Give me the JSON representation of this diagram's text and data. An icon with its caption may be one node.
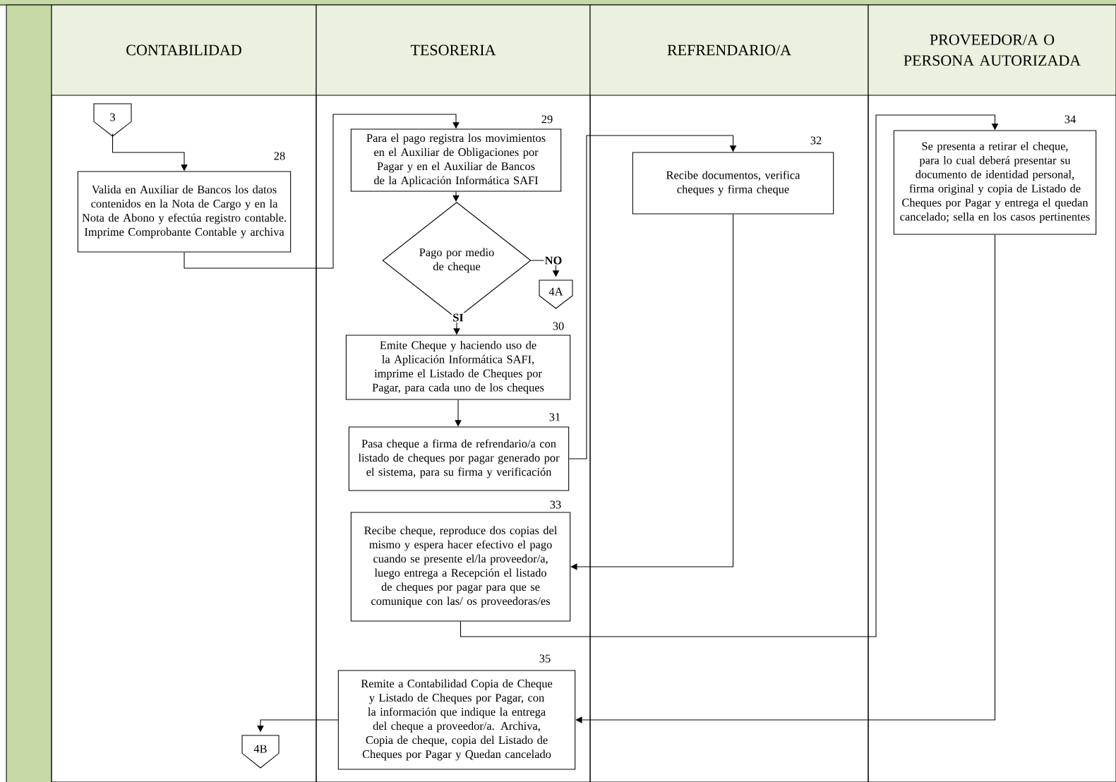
{
  "diagram": {
    "nodes": [
      {
        "text": [
          "CONTABILIDAD"
        ]
      },
      {
        "text": [
          "TESORERIA"
        ]
      },
      {
        "text": [
          "REFRENDARIO/A"
        ]
      },
      {
        "text": [
          "PROVEEDOR/A O PERSONA AUTORIZADA"
        ]
      },
      {
        "text": [
          "3"
        ],
        "in": 0
      },
      {
        "text": [
          "Valida en Auxiliar de Bancos los datos contenidos en la Nota de Cargo y en la Nota de Abono  y efectúa registro contable. Imprime Comprobante Contable  y archiva"
        ],
        "in": 0,
        "beside": [
          "28"
        ]
      },
      {
        "text": [
          "Para el pago registra los movimientos en el Auxiliar de Obligaciones por Pagar y en el Auxiliar de Bancos de la Aplicación Informática SAFI"
        ],
        "in": 1,
        "beside": [
          "29"
        ]
      },
      {
        "text": [
          "Pago por medio de cheque"
        ],
        "in": 1
      },
      {
        "text": [
          "4A"
        ],
        "in": 1
      },
      {
        "text": [
          "Emite Cheque  y haciendo uso de la Aplicación Informática SAFI, imprime el Listado de Cheques por Pagar, para cada uno de los cheques"
        ],
        "in": 1,
        "beside": [
          "30"
        ]
      },
      {
        "text": [
          "Pasa cheque a firma de refrendario/a con listado de cheques por pagar generado por el sistema, para su firma y verificación"
        ],
        "in": 1,
        "beside": [
          "31"
        ]
      },
      {
        "text": [
          "Recibe cheque, reproduce dos copias del mismo y espera hacer efectivo el pago cuando se presente el/la proveedor/a, luego entrega a Recepción el listado de cheques por pagar para que se  comunique con las/ os proveedoras/es"
        ],
        "in": 1,
        "beside": [
          "33"
        ]
      },
      {
        "text": [
          "Remite a Contabilidad  Copia de Cheque y Listado de Cheques por Pagar, con la información que indique la entrega del cheque a proveedor/a. Archiva, Copia de cheque, copia del Listado de Cheques por Pagar y Quedan cancelado"
        ],
        "in": 1,
        "beside": [
          "35"
        ]
      },
      {
        "text": [
          "4B"
        ],
        "in": 0
      },
      {
        "text": [
          "Recibe documentos, verifica cheques y firma cheque"
        ],
        "in": 2,
        "beside": [
          "32"
        ]
      },
      {
        "text": [
          "Se presenta a retirar el cheque, para lo cual deberá presentar su documento de identidad personal, firma original y copia de Listado de Cheques por Pagar y entrega el quedan cancelado; sella en los casos pertinentes"
        ],
        "in": 3,
        "beside": [
          "34"
        ]
      }
    ],
    "edges": [
      {
        "from": 4,
        "to": 5,
        "arrow": "to"
      },
      {
        "from": 5,
        "to": 6,
        "arrow": "to"
      },
      {
        "from": 6,
        "to": 7,
        "arrow": "to"
      },
      {
        "from": 7,
        "to": 8,
        "arrow": "to",
        "label": "NO"
      },
      {
        "from": 7,
        "to": 9,
        "arrow": "to",
        "label": "SI"
      },
      {
        "from": 9,
        "to": 10,
        "arrow": "to"
      },
      {
        "from": 10,
        "to": 14,
        "arrow": "to"
      },
      {
        "from": 14,
        "to": 11,
        "arrow": "to"
      },
      {
        "from": 11,
        "to": 15,
        "arrow": "to"
      },
      {
        "from": 15,
        "to": 12,
        "arrow": "to"
      },
      {
        "from": 12,
        "to": 13,
        "arrow": "to"
      }
    ]
  }
}
